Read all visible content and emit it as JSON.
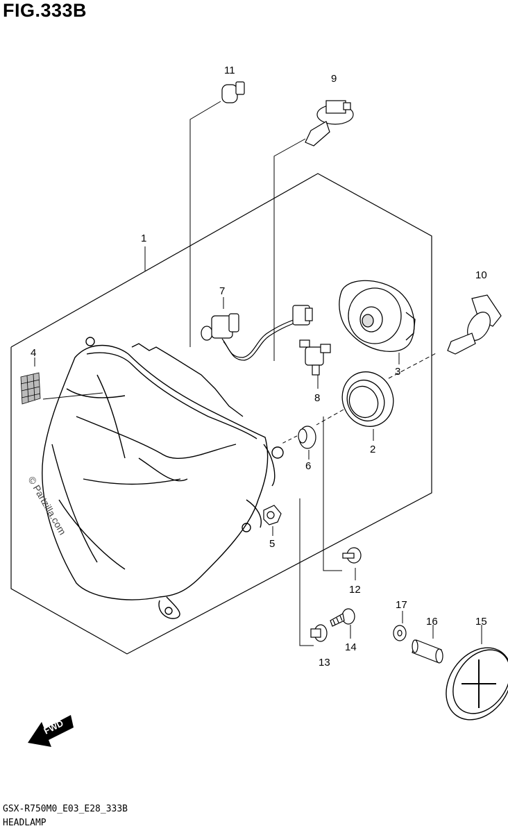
{
  "figure": {
    "title": "FIG.333B",
    "code": "GSX-R750M0_E03_E28_333B",
    "name": "HEADLAMP"
  },
  "watermark": "© Partzilla.com",
  "fwd_label": "FWD",
  "callouts": {
    "c1": "1",
    "c2": "2",
    "c3": "3",
    "c4": "4",
    "c5": "5",
    "c6": "6",
    "c7": "7",
    "c8": "8",
    "c9": "9",
    "c10": "10",
    "c11": "11",
    "c12": "12",
    "c13": "13",
    "c14": "14",
    "c15": "15",
    "c16": "16",
    "c17": "17"
  },
  "icons": {
    "fwd": "fwd-arrow-icon"
  }
}
